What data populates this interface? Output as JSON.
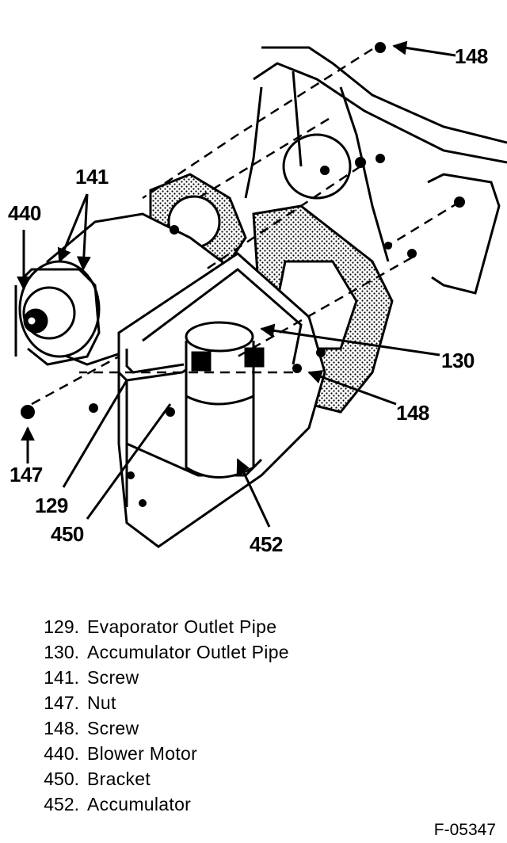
{
  "callouts": {
    "c148_top": "148",
    "c141": "141",
    "c440": "440",
    "c130": "130",
    "c148_mid": "148",
    "c147": "147",
    "c129": "129",
    "c450": "450",
    "c452": "452"
  },
  "legend": [
    {
      "number": "129.",
      "text": "Evaporator Outlet Pipe"
    },
    {
      "number": "130.",
      "text": "Accumulator Outlet Pipe"
    },
    {
      "number": "141.",
      "text": "Screw"
    },
    {
      "number": "147.",
      "text": "Nut"
    },
    {
      "number": "148.",
      "text": "Screw"
    },
    {
      "number": "440.",
      "text": "Blower Motor"
    },
    {
      "number": "450.",
      "text": "Bracket"
    },
    {
      "number": "452.",
      "text": "Accumulator"
    }
  ],
  "figure_id": "F-05347"
}
